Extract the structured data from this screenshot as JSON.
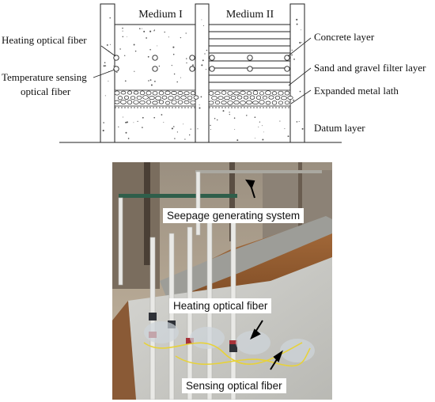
{
  "diagram": {
    "medium_1": "Medium I",
    "medium_2": "Medium II",
    "left_labels": {
      "heating": "Heating optical fiber",
      "temp_line1": "Temperature sensing",
      "temp_line2": "optical fiber"
    },
    "right_labels": {
      "concrete": "Concrete layer",
      "filter": "Sand and gravel filter layer",
      "lath": "Expanded metal lath",
      "datum": "Datum layer"
    }
  },
  "photo": {
    "label_seepage": "Seepage generating system",
    "label_heating": "Heating optical fiber",
    "label_sensing": "Sensing optical fiber"
  }
}
